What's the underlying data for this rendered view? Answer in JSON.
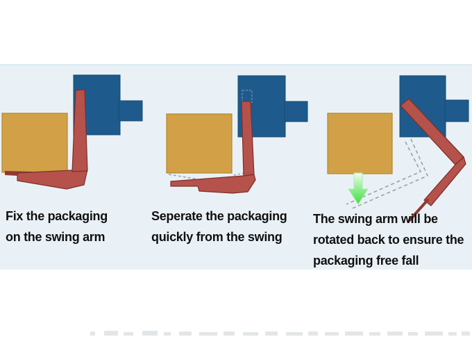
{
  "colors": {
    "machine_blue": "#1e5b8c",
    "machine_blue_edge": "#154a72",
    "packaging_tan": "#d2a147",
    "packaging_tan_edge": "#b3872c",
    "arm_red": "#b5524c",
    "arm_red_dark": "#8f3a33",
    "arm_outline": "#7d2f2a",
    "dashed_gray": "#96a1ab",
    "dashed_blue_on_block": "#6f8fba",
    "arrow_green": "#3fdd3f",
    "band_background": "#eaf1f6",
    "band_top_edge": "#ddeef6",
    "page_background": "#ffffff",
    "caption_text": "#101010",
    "artifact_gray": "#e3e6e8"
  },
  "panels": [
    {
      "caption_lines": [
        "Fix the packaging",
        "on the swing arm"
      ]
    },
    {
      "caption_lines": [
        "Seperate the packaging",
        "quickly from the swing"
      ]
    },
    {
      "caption_lines": [
        "The swing arm will be",
        "rotated back to ensure the",
        "packaging free fall"
      ]
    }
  ]
}
